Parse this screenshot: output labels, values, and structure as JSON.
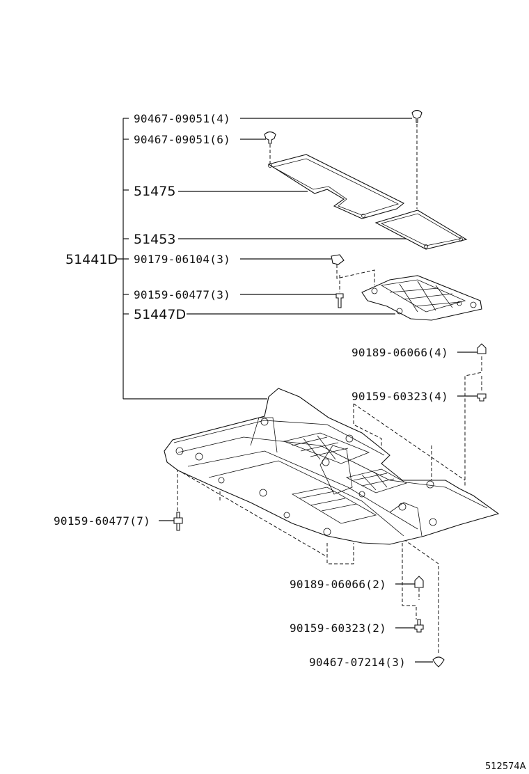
{
  "labels": {
    "p1": "90467-09051(4)",
    "p2": "90467-09051(6)",
    "p3": "51475",
    "p4": "51453",
    "p5": "90179-06104(3)",
    "p6": "90159-60477(3)",
    "p7": "51447D",
    "group": "51441D",
    "p8": "90189-06066(4)",
    "p9": "90159-60323(4)",
    "p10": "90159-60477(7)",
    "p11": "90189-06066(2)",
    "p12": "90159-60323(2)",
    "p13": "90467-07214(3)"
  },
  "figure_id": "512574A"
}
